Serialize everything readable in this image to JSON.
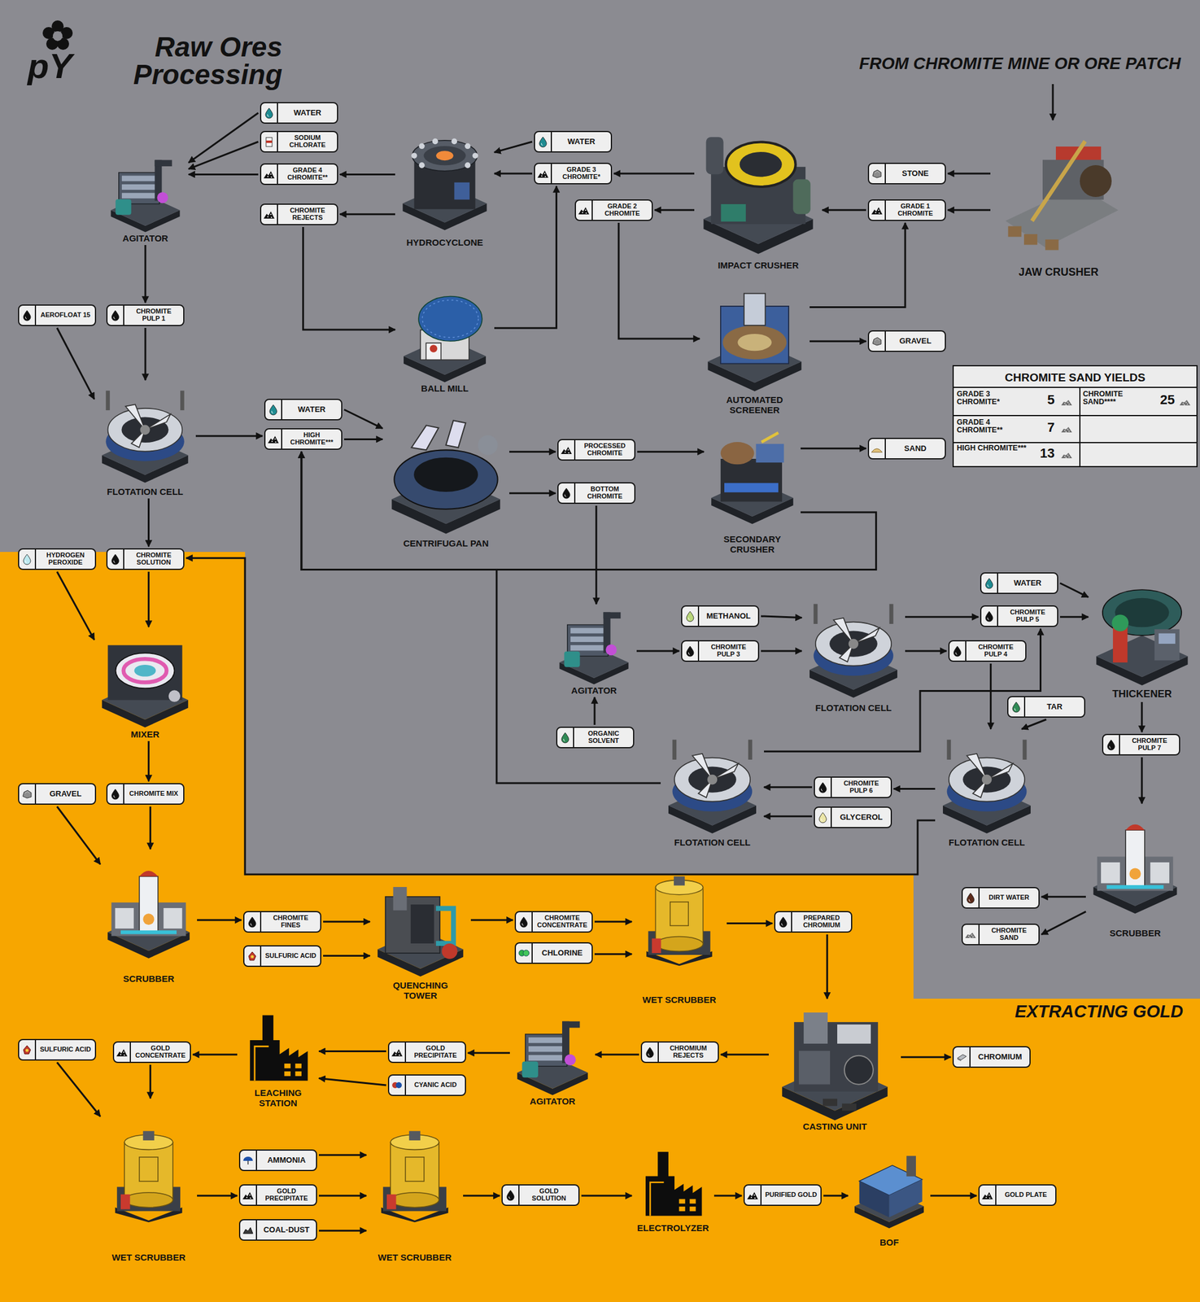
{
  "diagram": {
    "title": "Raw Ores Processing",
    "nodes": [
      {
        "text": [
          "WATER"
        ]
      },
      {
        "text": [
          "SODIUM CHLORATE"
        ]
      },
      {
        "text": [
          "GRADE 4 CHROMITE**"
        ]
      },
      {
        "text": [
          "CHROMITE REJECTS"
        ]
      },
      {
        "text": [
          "AGITATOR"
        ]
      },
      {
        "text": [
          "HYDROCYCLONE"
        ]
      },
      {
        "text": [
          "WATER"
        ]
      },
      {
        "text": [
          "GRADE 3 CHROMITE*"
        ]
      },
      {
        "text": [
          "GRADE 2 CHROMITE"
        ]
      },
      {
        "text": [
          "IMPACT CRUSHER"
        ]
      },
      {
        "text": [
          "STONE"
        ]
      },
      {
        "text": [
          "GRADE 1 CHROMITE"
        ]
      },
      {
        "text": [
          "JAW CRUSHER"
        ]
      },
      {
        "text": [
          "BALL MILL"
        ]
      },
      {
        "text": [
          "AUTOMATED SCREENER"
        ]
      },
      {
        "text": [
          "GRAVEL"
        ]
      },
      {
        "text": [
          "AEROFLOAT 15"
        ]
      },
      {
        "text": [
          "CHROMITE PULP 1"
        ]
      },
      {
        "text": [
          "CHROMITE SAND YIELDS"
        ]
      },
      {
        "text": [
          "FLOTATION CELL"
        ]
      },
      {
        "text": [
          "WATER"
        ]
      },
      {
        "text": [
          "HIGH CHROMITE***"
        ]
      },
      {
        "text": [
          "CENTRIFUGAL PAN"
        ]
      },
      {
        "text": [
          "PROCESSED CHROMITE"
        ]
      },
      {
        "text": [
          "BOTTOM CHROMITE"
        ]
      },
      {
        "text": [
          "SECONDARY CRUSHER"
        ]
      },
      {
        "text": [
          "SAND"
        ]
      },
      {
        "text": [
          "HYDROGEN PEROXIDE"
        ]
      },
      {
        "text": [
          "CHROMITE SOLUTION"
        ]
      },
      {
        "text": [
          "WATER"
        ]
      },
      {
        "text": [
          "METHANOL"
        ]
      },
      {
        "text": [
          "CHROMITE PULP 5"
        ]
      },
      {
        "text": [
          "AGITATOR"
        ]
      },
      {
        "text": [
          "CHROMITE PULP 3"
        ]
      },
      {
        "text": [
          "FLOTATION CELL"
        ]
      },
      {
        "text": [
          "CHROMITE PULP 4"
        ]
      },
      {
        "text": [
          "THICKENER"
        ]
      },
      {
        "text": [
          "MIXER"
        ]
      },
      {
        "text": [
          "TAR"
        ]
      },
      {
        "text": [
          "ORGANIC SOLVENT"
        ]
      },
      {
        "text": [
          "CHROMITE PULP 7"
        ]
      },
      {
        "text": [
          "GRAVEL"
        ]
      },
      {
        "text": [
          "CHROMITE MIX"
        ]
      },
      {
        "text": [
          "CHROMITE PULP 6"
        ]
      },
      {
        "text": [
          "FLOTATION CELL"
        ]
      },
      {
        "text": [
          "GLYCEROL"
        ]
      },
      {
        "text": [
          "FLOTATION CELL"
        ]
      },
      {
        "text": [
          "SCRUBBER"
        ]
      },
      {
        "text": [
          "WET SCRUBBER"
        ]
      },
      {
        "text": [
          "SCRUBBER"
        ]
      },
      {
        "text": [
          "DIRT WATER"
        ]
      },
      {
        "text": [
          "CHROMITE FINES"
        ]
      },
      {
        "text": [
          "QUENCHING TOWER"
        ]
      },
      {
        "text": [
          "CHROMITE CONCENTRATE"
        ]
      },
      {
        "text": [
          "PREPARED CHROMIUM"
        ]
      },
      {
        "text": [
          "SULFURIC ACID"
        ]
      },
      {
        "text": [
          "CHLORINE"
        ]
      },
      {
        "text": [
          "CHROMITE SAND"
        ]
      },
      {
        "text": [
          "CASTING UNIT"
        ]
      },
      {
        "text": [
          "LEACHING STATION"
        ]
      },
      {
        "text": [
          "AGITATOR"
        ]
      },
      {
        "text": [
          "SULFURIC ACID"
        ]
      },
      {
        "text": [
          "GOLD CONCENTRATE"
        ]
      },
      {
        "text": [
          "GOLD PRECIPITATE"
        ]
      },
      {
        "text": [
          "CHROMIUM REJECTS"
        ]
      },
      {
        "text": [
          "CHROMIUM"
        ]
      },
      {
        "text": [
          "CYANIC ACID"
        ]
      },
      {
        "text": [
          "WET SCRUBBER"
        ]
      },
      {
        "text": [
          "WET SCRUBBER"
        ]
      },
      {
        "text": [
          "AMMONIA"
        ]
      },
      {
        "text": [
          "GOLD PRECIPITATE"
        ]
      },
      {
        "text": [
          "COAL-DUST"
        ]
      },
      {
        "text": [
          "GOLD SOLUTION"
        ]
      },
      {
        "text": [
          "ELECTROLYZER"
        ]
      },
      {
        "text": [
          "PURIFIED GOLD"
        ]
      },
      {
        "text": [
          "BOF"
        ]
      },
      {
        "text": [
          "GOLD PLATE"
        ]
      }
    ],
    "edges": [
      {
        "from": 12,
        "to": 10,
        "arrow": "to"
      },
      {
        "from": 12,
        "to": 11,
        "arrow": "to"
      },
      {
        "from": 11,
        "to": 9,
        "arrow": "to"
      },
      {
        "from": 9,
        "to": 7,
        "arrow": "to"
      },
      {
        "from": 9,
        "to": 8,
        "arrow": "to"
      },
      {
        "from": 8,
        "to": 14,
        "arrow": "to"
      },
      {
        "from": 14,
        "to": 15,
        "arrow": "to"
      },
      {
        "from": 14,
        "to": 11,
        "arrow": "to"
      },
      {
        "from": 6,
        "to": 5,
        "arrow": "to"
      },
      {
        "from": 7,
        "to": 5,
        "arrow": "to"
      },
      {
        "from": 5,
        "to": 2,
        "arrow": "to"
      },
      {
        "from": 5,
        "to": 3,
        "arrow": "to"
      },
      {
        "from": 3,
        "to": 13,
        "arrow": "to"
      },
      {
        "from": 13,
        "to": 7,
        "arrow": "to"
      },
      {
        "from": 0,
        "to": 4,
        "arrow": "to"
      },
      {
        "from": 1,
        "to": 4,
        "arrow": "to"
      },
      {
        "from": 2,
        "to": 4,
        "arrow": "to"
      },
      {
        "from": 4,
        "to": 17,
        "arrow": "to"
      },
      {
        "from": 16,
        "to": 19,
        "arrow": "to"
      },
      {
        "from": 17,
        "to": 19,
        "arrow": "to"
      },
      {
        "from": 19,
        "to": 21,
        "arrow": "to"
      },
      {
        "from": 19,
        "to": 28,
        "arrow": "to"
      },
      {
        "from": 20,
        "to": 22,
        "arrow": "to"
      },
      {
        "from": 21,
        "to": 22,
        "arrow": "to"
      },
      {
        "from": 22,
        "to": 23,
        "arrow": "to"
      },
      {
        "from": 22,
        "to": 24,
        "arrow": "to"
      },
      {
        "from": 23,
        "to": 25,
        "arrow": "to"
      },
      {
        "from": 25,
        "to": 26,
        "arrow": "to"
      },
      {
        "from": 25,
        "to": 21,
        "arrow": "to"
      },
      {
        "from": 24,
        "to": 32,
        "arrow": "to"
      },
      {
        "from": 39,
        "to": 32,
        "arrow": "to"
      },
      {
        "from": 32,
        "to": 33,
        "arrow": "to"
      },
      {
        "from": 30,
        "to": 34,
        "arrow": "to"
      },
      {
        "from": 33,
        "to": 34,
        "arrow": "to"
      },
      {
        "from": 34,
        "to": 31,
        "arrow": "to"
      },
      {
        "from": 34,
        "to": 35,
        "arrow": "to"
      },
      {
        "from": 29,
        "to": 36,
        "arrow": "to"
      },
      {
        "from": 31,
        "to": 36,
        "arrow": "to"
      },
      {
        "from": 35,
        "to": 46,
        "arrow": "to"
      },
      {
        "from": 38,
        "to": 46,
        "arrow": "to"
      },
      {
        "from": 46,
        "to": 43,
        "arrow": "to"
      },
      {
        "from": 43,
        "to": 44,
        "arrow": "to"
      },
      {
        "from": 45,
        "to": 44,
        "arrow": "to"
      },
      {
        "from": 44,
        "to": 31,
        "arrow": "to"
      },
      {
        "from": 44,
        "to": 21,
        "arrow": "to"
      },
      {
        "from": 46,
        "to": 28,
        "arrow": "to"
      },
      {
        "from": 36,
        "to": 40,
        "arrow": "to"
      },
      {
        "from": 40,
        "to": 49,
        "arrow": "to"
      },
      {
        "from": 49,
        "to": 50,
        "arrow": "to"
      },
      {
        "from": 49,
        "to": 57,
        "arrow": "to"
      },
      {
        "from": 27,
        "to": 37,
        "arrow": "to"
      },
      {
        "from": 28,
        "to": 37,
        "arrow": "to"
      },
      {
        "from": 37,
        "to": 42,
        "arrow": "to"
      },
      {
        "from": 41,
        "to": 47,
        "arrow": "to"
      },
      {
        "from": 42,
        "to": 47,
        "arrow": "to"
      },
      {
        "from": 47,
        "to": 51,
        "arrow": "to"
      },
      {
        "from": 51,
        "to": 52,
        "arrow": "to"
      },
      {
        "from": 55,
        "to": 52,
        "arrow": "to"
      },
      {
        "from": 52,
        "to": 53,
        "arrow": "to"
      },
      {
        "from": 53,
        "to": 48,
        "arrow": "to"
      },
      {
        "from": 56,
        "to": 48,
        "arrow": "to"
      },
      {
        "from": 48,
        "to": 54,
        "arrow": "to"
      },
      {
        "from": 54,
        "to": 58,
        "arrow": "to"
      },
      {
        "from": 58,
        "to": 65,
        "arrow": "to"
      },
      {
        "from": 58,
        "to": 64,
        "arrow": "to"
      },
      {
        "from": 64,
        "to": 60,
        "arrow": "to"
      },
      {
        "from": 60,
        "to": 63,
        "arrow": "to"
      },
      {
        "from": 63,
        "to": 59,
        "arrow": "to"
      },
      {
        "from": 66,
        "to": 59,
        "arrow": "to"
      },
      {
        "from": 59,
        "to": 62,
        "arrow": "to"
      },
      {
        "from": 61,
        "to": 67,
        "arrow": "to"
      },
      {
        "from": 62,
        "to": 67,
        "arrow": "to"
      },
      {
        "from": 67,
        "to": 70,
        "arrow": "to"
      },
      {
        "from": 69,
        "to": 68,
        "arrow": "to"
      },
      {
        "from": 70,
        "to": 68,
        "arrow": "to"
      },
      {
        "from": 71,
        "to": 68,
        "arrow": "to"
      },
      {
        "from": 68,
        "to": 72,
        "arrow": "to"
      },
      {
        "from": 72,
        "to": 73,
        "arrow": "to"
      },
      {
        "from": 73,
        "to": 74,
        "arrow": "to"
      },
      {
        "from": 74,
        "to": 75,
        "arrow": "to"
      },
      {
        "from": 75,
        "to": 76,
        "arrow": "to"
      }
    ],
    "labels": [
      "pY",
      "FROM CHROMITE MINE OR ORE PATCH",
      "GRADE 3 CHROMITE*",
      "5",
      "CHROMITE SAND****",
      "25",
      "GRADE 4 CHROMITE**",
      "7",
      "HIGH CHROMITE***",
      "13",
      "EXTRACTING GOLD"
    ]
  }
}
